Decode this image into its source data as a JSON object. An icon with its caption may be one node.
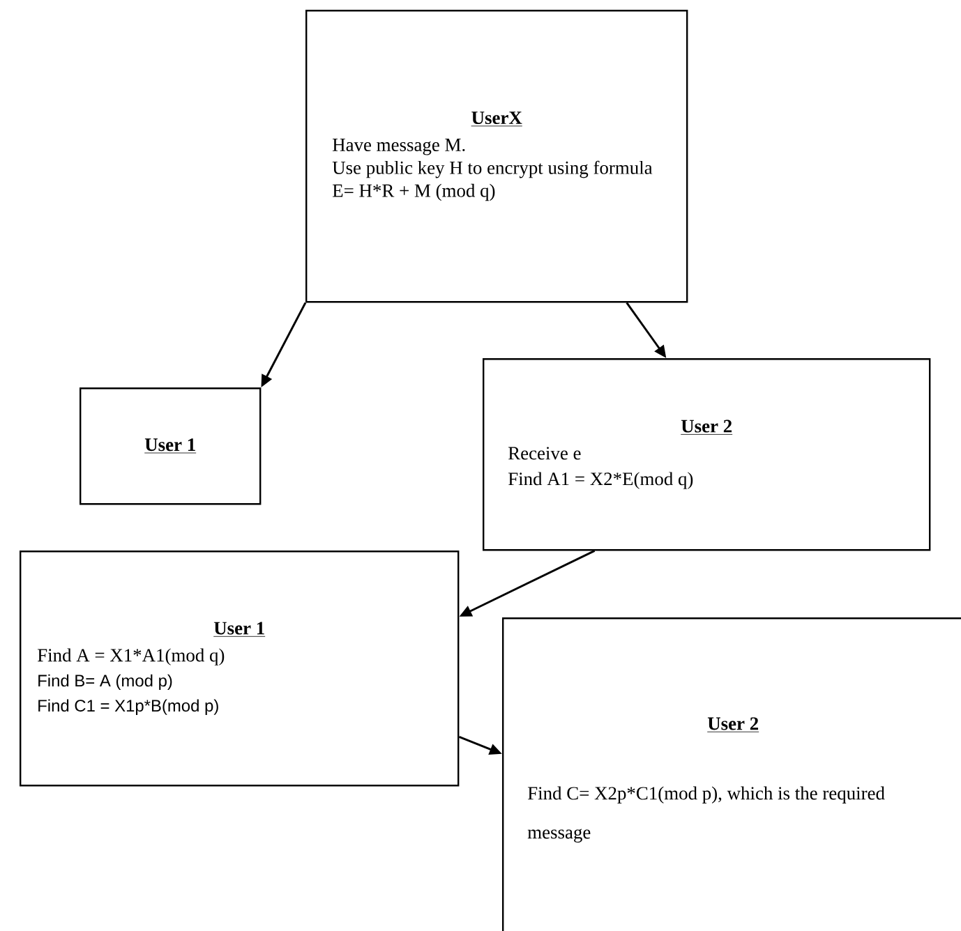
{
  "diagram": {
    "nodes": [
      {
        "text": [
          "UserX",
          "Have message M.",
          "Use public key H to encrypt using formula",
          "E= H*R + M (mod q)"
        ]
      },
      {
        "text": [
          "User 1"
        ]
      },
      {
        "text": [
          "User 2",
          "Receive e",
          "Find A1 = X2*E(mod q)"
        ]
      },
      {
        "text": [
          "User 1",
          "Find A = X1*A1(mod q)",
          "Find B= A (mod p)",
          "Find C1 = X1p*B(mod p)"
        ]
      },
      {
        "text": [
          "User 2",
          "Find C= X2p*C1(mod p), which is the required message"
        ]
      }
    ],
    "edges": [
      {
        "from": 0,
        "to": 1,
        "arrow": "to"
      },
      {
        "from": 0,
        "to": 2,
        "arrow": "to"
      },
      {
        "from": 2,
        "to": 3,
        "arrow": "to"
      },
      {
        "from": 3,
        "to": 4,
        "arrow": "to"
      }
    ]
  }
}
